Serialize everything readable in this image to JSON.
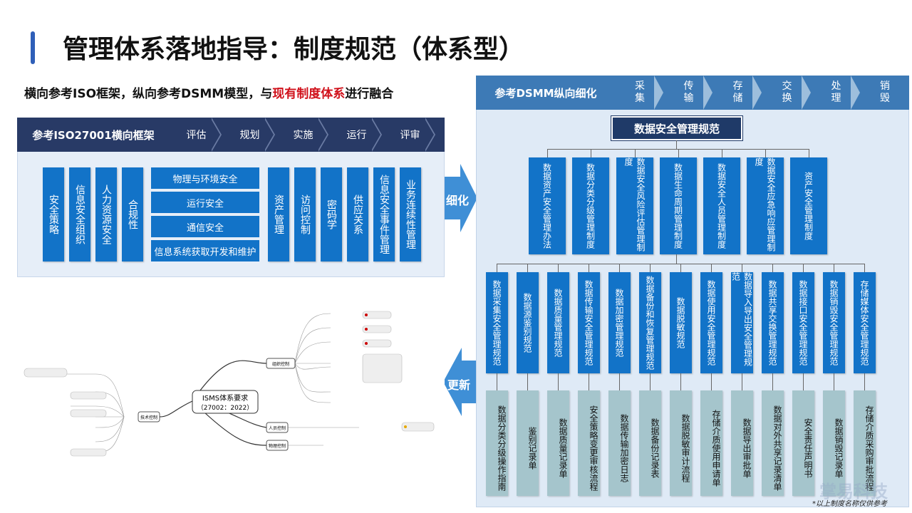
{
  "title": "管理体系落地指导：制度规范（体系型）",
  "subtitle": {
    "prefix": "横向参考ISO框架，纵向参考DSMM模型，与",
    "highlight": "现有制度体系",
    "suffix": "进行融合"
  },
  "iso": {
    "header": "参考ISO27001横向框架",
    "steps": [
      "评估",
      "规划",
      "实施",
      "运行",
      "评审"
    ],
    "vboxes_left": [
      "安全策略",
      "信息安全组织",
      "人力资源安全",
      "合规性"
    ],
    "hboxes": [
      "物理与环境安全",
      "运行安全",
      "通信安全",
      "信息系统获取开发和维护"
    ],
    "vboxes_right": [
      "资产管理",
      "访问控制",
      "密码学",
      "供应关系",
      "信息安全事件管理",
      "业务连续性管理"
    ]
  },
  "arrow_refine": "细化",
  "arrow_update": "更新",
  "dsmm": {
    "header": "参考DSMM纵向细化",
    "stages": [
      "采集",
      "传输",
      "存储",
      "交换",
      "处理",
      "销毁"
    ],
    "root": "数据安全管理规范",
    "level1": [
      "数据资产安全管理办法",
      "数据分类分级管理制度",
      "数据安全风险评估管理制度",
      "数据生命周期管理制度",
      "数据安全人员管理制度",
      "数据安全应急响应管理制度",
      "资产安全管理制度"
    ],
    "level2": [
      "数据采集安全管理规范",
      "数据源鉴别规范",
      "数据质量管理规范",
      "数据传输安全管理规范",
      "数据加密管理规范",
      "数据备份和恢复管理规范",
      "数据脱敏规范",
      "数据使用安全管理规范",
      "数据导入导出安全管理规范",
      "数据共享交换管理规范",
      "数据接口安全管理规范",
      "数据销毁安全管理规范",
      "存储媒体安全管理规范"
    ],
    "level3": [
      "数据分类分级操作指南",
      "鉴别记录单",
      "数据质量记录单",
      "安全策略变更审核流程",
      "数据传输加密日志",
      "数据备份记录表",
      "数据脱敏审计流程",
      "存储介质使用申请单",
      "数据导出审批单",
      "数据对外共享记录清单",
      "安全责任声明书",
      "数据销毁记录单",
      "存储介质采购审批流程"
    ]
  },
  "mindmap": {
    "center": "ISMS体系要求",
    "center_sub": "（27002：2022）",
    "branches": [
      "组织控制",
      "人员控制",
      "物理控制",
      "技术控制"
    ]
  },
  "footnote": "*以上制度名称仅供参考",
  "watermark": "掌易科技",
  "colors": {
    "navy": "#283a66",
    "blue": "#1273c8",
    "teal": "#a5c5cc",
    "red": "#d0101a",
    "dsmm_header": "#3d7ab6"
  }
}
